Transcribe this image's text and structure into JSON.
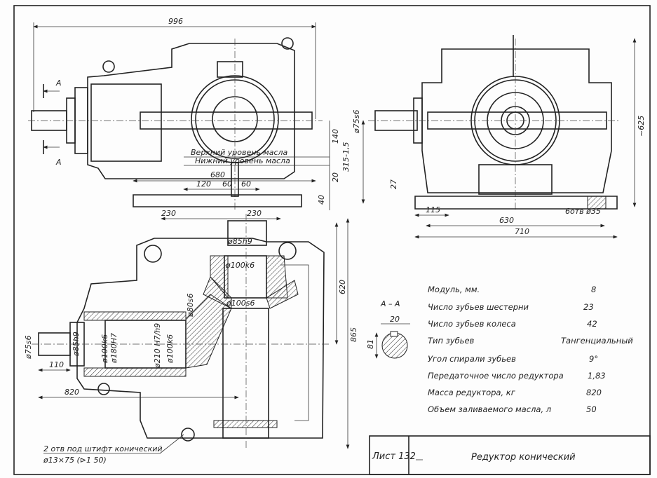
{
  "front_view": {
    "section_mark": "A",
    "dims": {
      "overall_length": "996",
      "base_length": "680",
      "d120": "120",
      "d60a": "60",
      "d60b": "60",
      "d230a": "230",
      "d230b": "230",
      "d140": "140",
      "d20": "20",
      "d40": "40",
      "d315": "315-1,5"
    },
    "oil_upper": "Верхний уровень масла",
    "oil_lower": "Нижний уровень масла"
  },
  "side_view": {
    "dims": {
      "shaft_dia": "ø75s6",
      "height": "~625",
      "d27": "27",
      "d115": "115",
      "d630": "630",
      "d710": "710",
      "holes": "6отв ø35"
    }
  },
  "plan_view": {
    "dims": {
      "d85h9_top": "ø85h9",
      "d100k6_top": "ø100k6",
      "d100s6": "ø100s6",
      "d80s6": "ø80s6",
      "d75s6": "ø75s6",
      "d85h9_left": "ø85h9",
      "d100k6a": "ø100k6",
      "d180H7": "ø180H7",
      "d210": "ø210 H7/h9",
      "d100k6b": "ø100k6",
      "d110": "110",
      "d820": "820",
      "d620": "620",
      "d865": "865"
    },
    "pin_note_1": "2 отв под штифт конический",
    "pin_note_2": "ø13×75 (⊳1 50)"
  },
  "section_aa": {
    "label": "А – А",
    "width": "20",
    "height": "81"
  },
  "specs": [
    {
      "label": "Модуль, мм.",
      "value": "8"
    },
    {
      "label": "Число зубьев шестерни",
      "value": "23"
    },
    {
      "label": "Число зубьев колеса",
      "value": "42"
    },
    {
      "label": "Тип зубьев",
      "value": "Тангенциальный"
    },
    {
      "label": "Угол спирали зубьев",
      "value": "9°"
    },
    {
      "label": "Передаточное число редуктора",
      "value": "1,83"
    },
    {
      "label": "Масса редуктора, кг",
      "value": "820"
    },
    {
      "label": "Объем заливаемого масла, л",
      "value": "50"
    }
  ],
  "title_block": {
    "sheet": "Лист 132",
    "title": "Редуктор конический"
  }
}
